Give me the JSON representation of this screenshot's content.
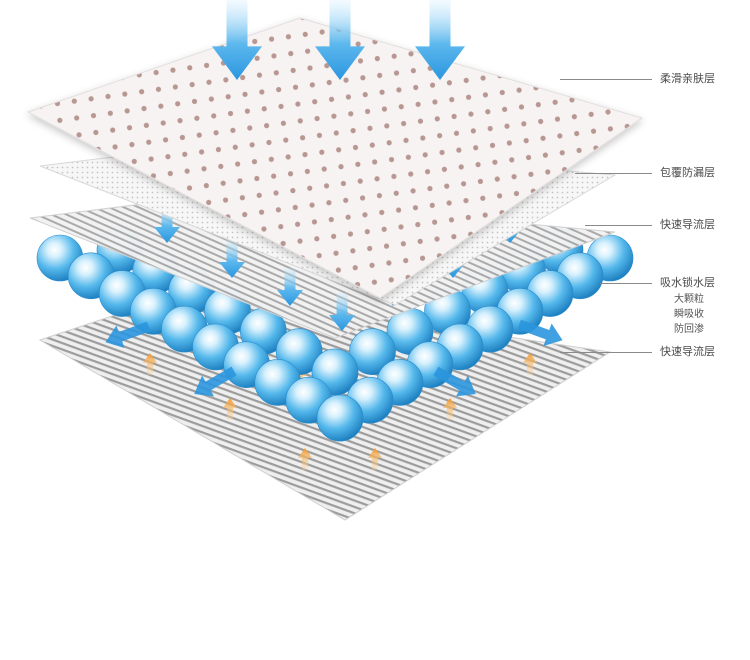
{
  "labels": {
    "top_layer": "柔滑亲肤层",
    "wrap_layer": "包覆防漏层",
    "fast_guide_upper": "快速导流层",
    "absorb_layer": "吸水锁水层",
    "absorb_features": [
      "大颗粒",
      "瞬吸收",
      "防回渗"
    ],
    "fast_guide_lower": "快速导流层"
  },
  "colors": {
    "down_arrow": "#3aa4e6",
    "up_arrow": "#f3a13b",
    "sphere": "#4ab3ea",
    "top_sheet": "#f4f1f0",
    "pore": "#b08a85"
  },
  "icons": {
    "down_arrow": "arrow-down-icon",
    "up_arrow": "arrow-up-icon",
    "spread_arrow": "arrow-diagonal-icon"
  }
}
